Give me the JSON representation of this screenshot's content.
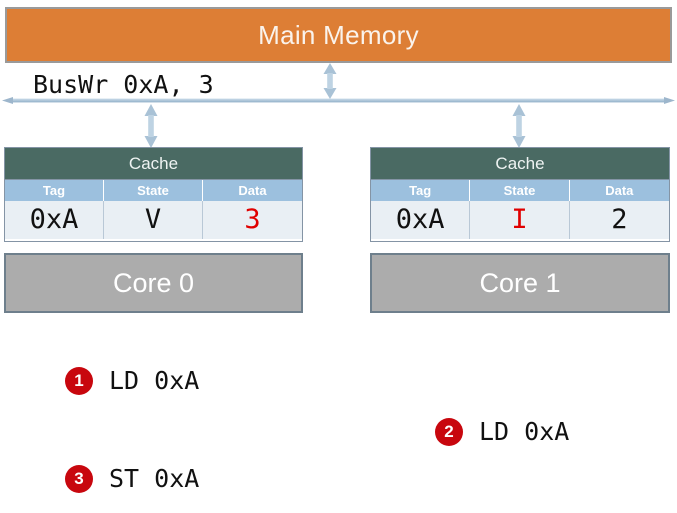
{
  "diagram": {
    "main_memory": {
      "label": "Main Memory",
      "color": "#DD7E35"
    },
    "bus": {
      "label": "BusWr 0xA, 3",
      "icon": "double-headed-horizontal-arrow-icon",
      "color": "#9DB6CC"
    },
    "connectors": [
      {
        "name": "memory-to-bus-arrow",
        "icon": "double-headed-vertical-arrow-icon"
      },
      {
        "name": "bus-to-cache0-arrow",
        "icon": "double-headed-vertical-arrow-icon"
      },
      {
        "name": "bus-to-cache1-arrow",
        "icon": "double-headed-vertical-arrow-icon"
      }
    ],
    "nodes": [
      {
        "cache_title": "Cache",
        "columns": [
          "Tag",
          "State",
          "Data"
        ],
        "row": {
          "tag": "0xA",
          "state": "V",
          "data": "3"
        },
        "highlight": {
          "tag": false,
          "state": false,
          "data": true
        },
        "core_label": "Core 0"
      },
      {
        "cache_title": "Cache",
        "columns": [
          "Tag",
          "State",
          "Data"
        ],
        "row": {
          "tag": "0xA",
          "state": "I",
          "data": "2"
        },
        "highlight": {
          "tag": false,
          "state": true,
          "data": false
        },
        "core_label": "Core 1"
      }
    ],
    "steps": [
      {
        "number": "1",
        "text": "LD 0xA"
      },
      {
        "number": "2",
        "text": "LD 0xA"
      },
      {
        "number": "3",
        "text": "ST 0xA"
      }
    ],
    "colors": {
      "highlight": "#E00000",
      "badge": "#C8070E",
      "cache_header": "#4A6A63",
      "column_header": "#9CC0DE",
      "core": "#ACACAC"
    }
  }
}
